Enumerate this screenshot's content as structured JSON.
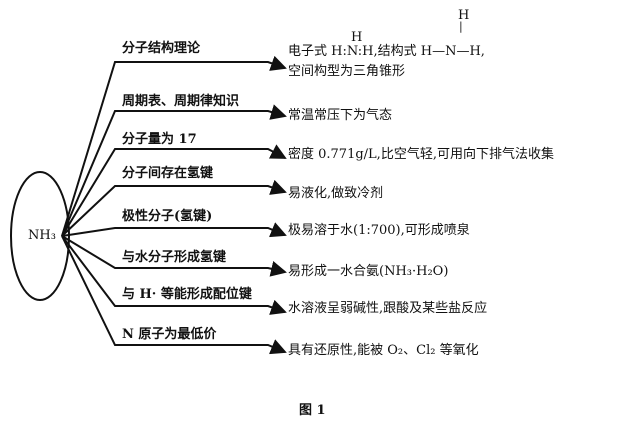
{
  "center_label": "NH₃",
  "caption": "图 1",
  "branches": [
    {
      "property": "分子结构理论",
      "result_line1_prefix": "电子式 H",
      "result_line1_mid": ":N:",
      "result_line1_suffix": "H,结构式 H—N—H,",
      "result_line2": "空间构型为三角锥形"
    },
    {
      "property": "周期表、周期律知识",
      "result": "常温常压下为气态"
    },
    {
      "property": "分子量为 17",
      "result": "密度 0.771g/L,比空气轻,可用向下排气法收集"
    },
    {
      "property": "分子间存在氢键",
      "result": "易液化,做致冷剂"
    },
    {
      "property": "极性分子(氢键)",
      "result": "极易溶于水(1:700),可形成喷泉"
    },
    {
      "property": "与水分子形成氢键",
      "result": "易形成一水合氨(NH₃·H₂O)"
    },
    {
      "property": "与 H· 等能形成配位键",
      "result": "水溶液呈弱碱性,跟酸及某些盐反应"
    },
    {
      "property": "N 原子为最低价",
      "result": "具有还原性,能被 O₂、Cl₂ 等氧化"
    }
  ],
  "formula_atoms": {
    "h_top": "H",
    "h_bottom": "H"
  }
}
